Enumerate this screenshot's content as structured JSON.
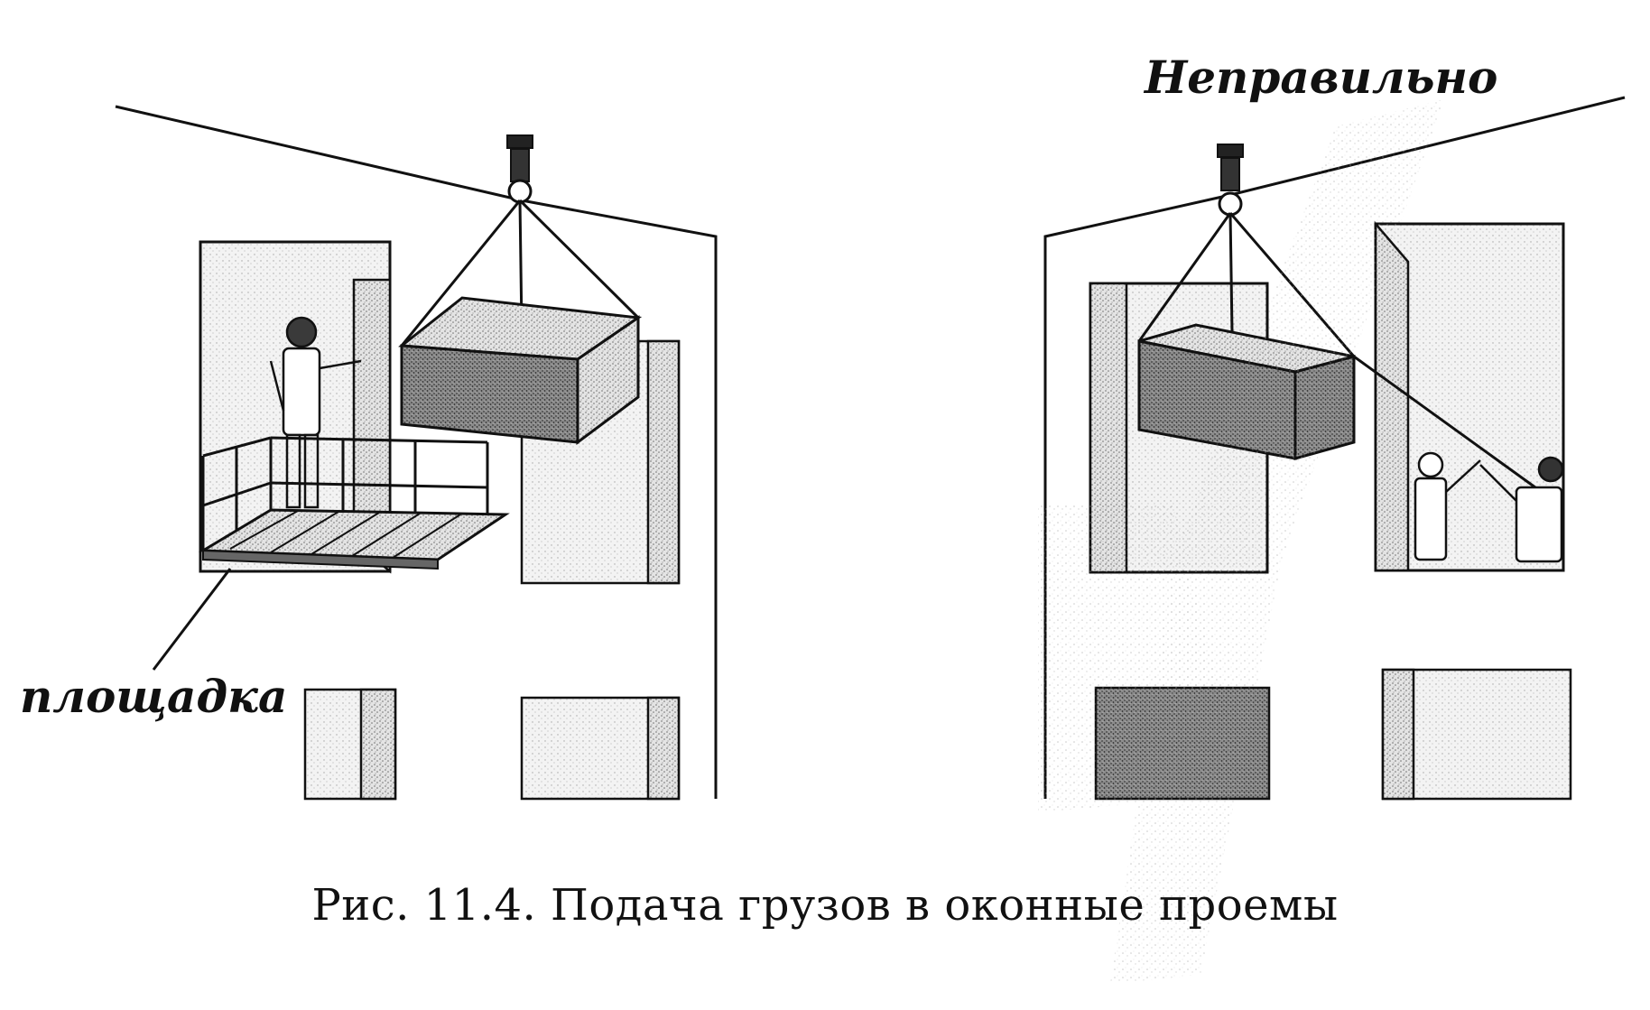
{
  "labels": {
    "wrong": "Неправильно",
    "platform": "площадка"
  },
  "caption": "Рис. 11.4. Подача грузов в оконные проемы",
  "colors": {
    "ink": "#111111",
    "shade_light": "#cfcfcf",
    "shade_mid": "#9a9a9a",
    "shade_dark": "#555555",
    "paper": "#ffffff"
  },
  "icons": {
    "left_hook": "crane-hook-icon",
    "right_hook": "crane-hook-icon"
  }
}
